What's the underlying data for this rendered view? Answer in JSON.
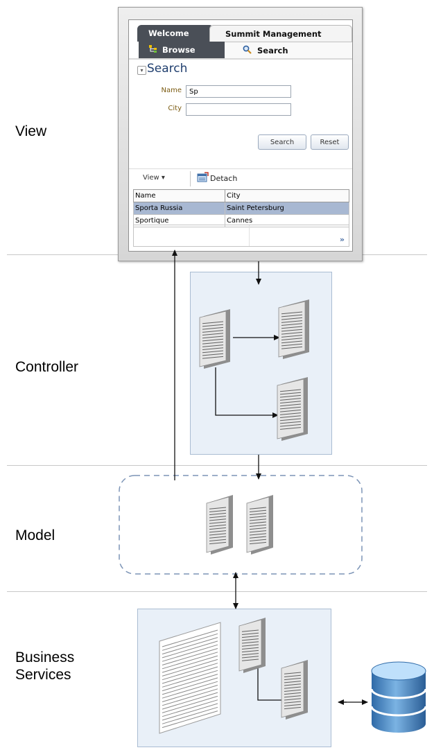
{
  "layers": {
    "view": "View",
    "controller": "Controller",
    "model": "Model",
    "business_line1": "Business",
    "business_line2": "Services"
  },
  "mockup": {
    "tabs": [
      "Welcome",
      "Summit Management"
    ],
    "subtabs": [
      "Browse",
      "Search"
    ],
    "panel_title": "Search",
    "fields": [
      {
        "label": "Name",
        "value": "Sp"
      },
      {
        "label": "City",
        "value": ""
      }
    ],
    "buttons": {
      "search": "Search",
      "reset": "Reset"
    },
    "toolbar": {
      "view_menu": "View",
      "detach": "Detach"
    },
    "table": {
      "columns": [
        "Name",
        "City"
      ],
      "rows": [
        {
          "name": "Sporta Russia",
          "city": "Saint Petersburg",
          "selected": true
        },
        {
          "name": "Sportique",
          "city": "Cannes",
          "selected": false
        }
      ]
    },
    "more_indicator": "»"
  },
  "colors": {
    "panel_fill": "#e9f0f8",
    "panel_border": "#a9bcd2",
    "selected_row": "#a8b8d2",
    "dark_tab": "#4a4f57",
    "database": "#4d87c0"
  },
  "icons": [
    "browse-icon",
    "magnifier-icon",
    "detach-icon",
    "document-icon",
    "database-icon"
  ]
}
